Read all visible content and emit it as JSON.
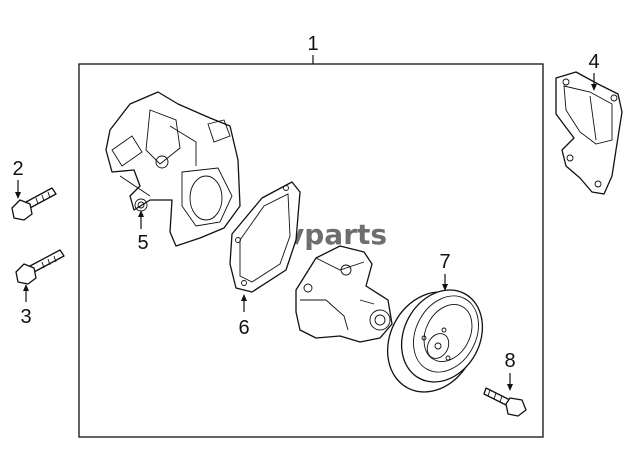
{
  "watermark": {
    "text": "vparts"
  },
  "callouts": [
    {
      "label": "1",
      "part": "water-pump-assembly"
    },
    {
      "label": "2",
      "part": "bolt-upper"
    },
    {
      "label": "3",
      "part": "bolt-lower"
    },
    {
      "label": "4",
      "part": "mounting-bracket-gasket"
    },
    {
      "label": "5",
      "part": "pump-housing"
    },
    {
      "label": "6",
      "part": "pump-gasket"
    },
    {
      "label": "7",
      "part": "pump-pulley"
    },
    {
      "label": "8",
      "part": "pulley-bolt"
    }
  ]
}
